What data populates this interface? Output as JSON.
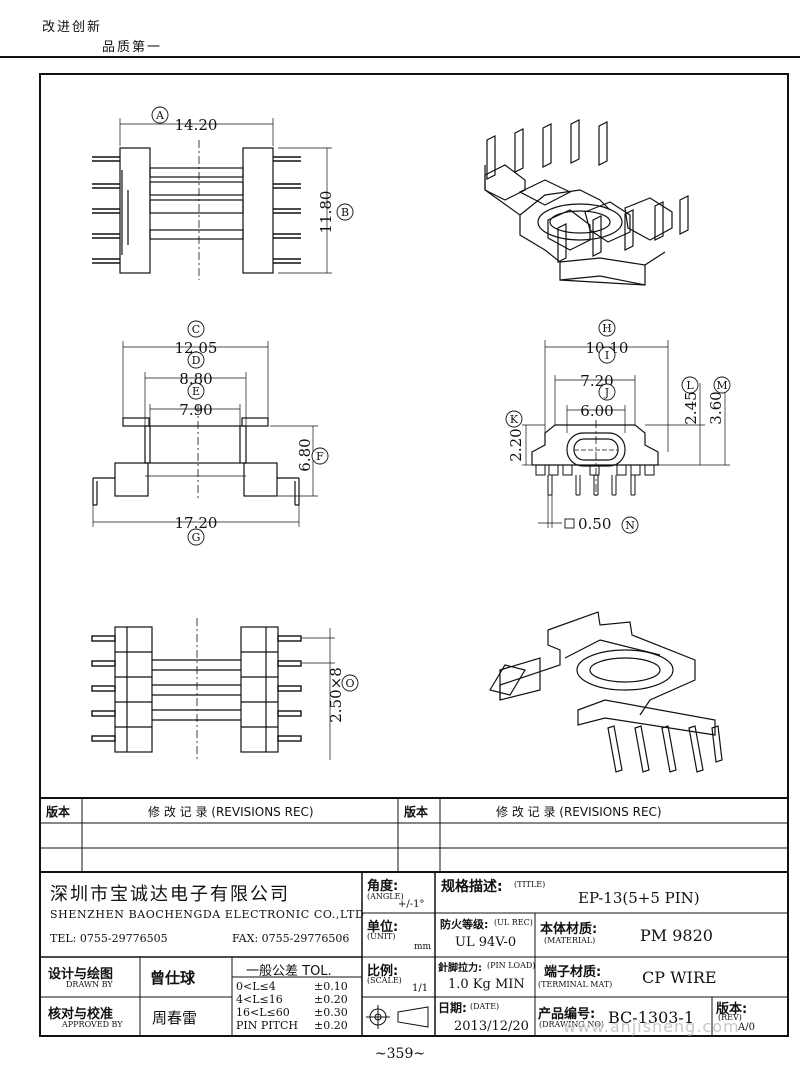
{
  "header": {
    "slogan_line1": "改进创新",
    "slogan_line2": "品质第一"
  },
  "drawing": {
    "dim_A": "14.20",
    "dim_B": "11.80",
    "dim_C": "12.05",
    "dim_D": "8.80",
    "dim_E": "7.90",
    "dim_F": "6.80",
    "dim_G": "17.20",
    "dim_H": "10.10",
    "dim_I": "7.20",
    "dim_J": "6.00",
    "dim_K": "2.20",
    "dim_L": "2.45",
    "dim_M": "3.60",
    "dim_N": "0.50",
    "dim_O": "2.50×8",
    "labels": [
      "A",
      "B",
      "C",
      "D",
      "E",
      "F",
      "G",
      "H",
      "I",
      "J",
      "K",
      "L",
      "M",
      "N",
      "O"
    ]
  },
  "revisions": {
    "col_version": "版本",
    "col_record": "修 改 记 录 (REVISIONS REC)"
  },
  "company": {
    "name_cn": "深圳市宝诚达电子有限公司",
    "name_en": "SHENZHEN BAOCHENGDA ELECTRONIC CO.,LTD",
    "tel": "TEL: 0755-29776505",
    "fax": "FAX: 0755-29776506"
  },
  "titleblock": {
    "angle_label": "角度:",
    "angle_en": "(ANGLE)",
    "angle_value": "+/-1°",
    "title_label": "规格描述:",
    "title_en": "(TITLE)",
    "title_value": "EP-13(5+5 PIN)",
    "unit_label": "单位:",
    "unit_en": "(UNIT)",
    "unit_value": "mm",
    "fire_label": "防火等级:",
    "fire_en": "(UL REC)",
    "fire_value": "UL 94V-0",
    "material_label": "本体材质:",
    "material_en": "(MATERIAL)",
    "material_value": "PM 9820",
    "scale_label": "比例:",
    "scale_en": "(SCALE)",
    "scale_value": "1/1",
    "pin_load_label": "針脚拉力:",
    "pin_load_en": "(PIN LOAD)",
    "pin_load_value": "1.0 Kg MIN",
    "terminal_label": "端子材质:",
    "terminal_en": "(TERMINAL MAT)",
    "terminal_value": "CP WIRE",
    "date_label": "日期:",
    "date_en": "(DATE)",
    "date_value": "2013/12/20",
    "drawing_no_label": "产品编号:",
    "drawing_no_en": "(DRAWING NO)",
    "drawing_no_value": "BC-1303-1",
    "rev_label": "版本:",
    "rev_en": "(REV)",
    "rev_value": "A/0",
    "drawn_label": "设计与绘图",
    "drawn_en": "DRAWN BY",
    "drawn_value": "曾仕球",
    "approved_label": "核对与校准",
    "approved_en": "APPROVED BY",
    "approved_value": "周春雷",
    "tol_title": "一般公差 TOL.",
    "tol_rows": [
      {
        "range": "0<L≤4",
        "tol": "±0.10"
      },
      {
        "range": "4<L≤16",
        "tol": "±0.20"
      },
      {
        "range": "16<L≤60",
        "tol": "±0.30"
      },
      {
        "range": "PIN PITCH",
        "tol": "±0.20"
      }
    ]
  },
  "footer": {
    "page_number": "~359~",
    "watermark": "www.anjisheng.com"
  }
}
